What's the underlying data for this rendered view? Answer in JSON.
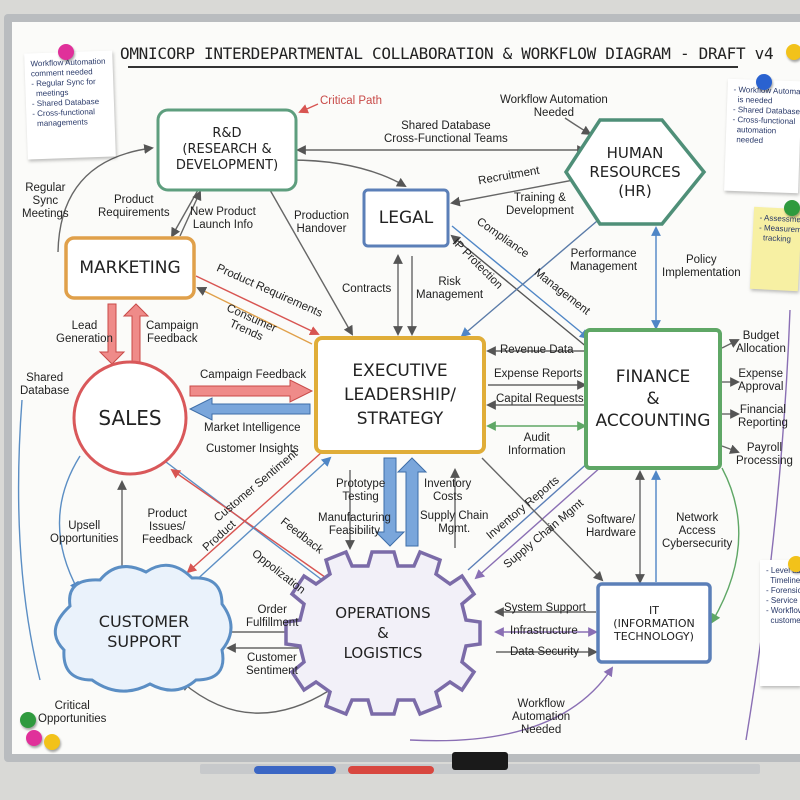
{
  "title": "OMNICORP INTERDEPARTMENTAL COLLABORATION & WORKFLOW DIAGRAM - DRAFT v4",
  "nodes": {
    "rnd": "R&D\n(RESEARCH &\nDEVELOPMENT)",
    "legal": "LEGAL",
    "hr": "HUMAN\nRESOURCES\n(HR)",
    "marketing": "MARKETING",
    "sales": "SALES",
    "exec": "EXECUTIVE\nLEADERSHIP/\nSTRATEGY",
    "finance": "FINANCE\n&\nACCOUNTING",
    "support": "CUSTOMER\nSUPPORT",
    "ops": "OPERATIONS\n&\nLOGISTICS",
    "it": "IT\n(INFORMATION\nTECHNOLOGY)"
  },
  "labels": {
    "critical_path": "Critical Path",
    "workflow_top": "Workflow Automation\nNeeded",
    "shared_db_top": "Shared Database\nCross-Functional Teams",
    "recruitment": "Recruitment",
    "training": "Training &\nDevelopment",
    "regular_sync": "Regular\nSync\nMeetings",
    "product_req": "Product\nRequirements",
    "new_product": "New Product\nLaunch Info",
    "production_handover": "Production\nHandover",
    "compliance": "Compliance",
    "ip_protection": "IP Protection",
    "performance_mgmt": "Performance\nManagement",
    "policy_impl": "Policy\nImplementation",
    "contracts": "Contracts",
    "risk_mgmt": "Risk\nManagement",
    "management": "Management",
    "product_req_diag": "Product Requirements",
    "consumer_trends": "Consumer\nTrends",
    "lead_gen": "Lead\nGeneration",
    "campaign_fb_left": "Campaign\nFeedback",
    "shared_db_left": "Shared\nDatabase",
    "campaign_fb": "Campaign Feedback",
    "market_intel": "Market Intelligence",
    "customer_insights": "Customer Insights",
    "revenue_data": "Revenue Data",
    "expense_reports": "Expense Reports",
    "capital_requests": "Capital Requests",
    "audit_info": "Audit\nInformation",
    "budget_alloc": "Budget\nAllocation",
    "expense_approval": "Expense\nApproval",
    "financial_reporting": "Financial\nReporting",
    "payroll": "Payroll\nProcessing",
    "customer_sentiment_diag": "Customer Sentiment",
    "upsell": "Upsell\nOpportunities",
    "product_issues": "Product\nIssues/\nFeedback",
    "product_diag": "Product",
    "feedback_diag": "Feedback",
    "opportunities_diag": "Oppolization",
    "prototype": "Prototype\nTesting",
    "manufacturing": "Manufacturing\nFeasibility",
    "inventory_costs": "Inventory\nCosts",
    "supply_chain": "Supply Chain\nMgmt.",
    "inventory_reports": "Inventory Reports",
    "supply_chain_mgmt": "Supply Chain Mgmt",
    "software_hw": "Software/\nHardware",
    "network": "Network\nAccess\nCybersecurity",
    "order_fulfill": "Order\nFulfillment",
    "customer_sentiment": "Customer\nSentiment",
    "system_support": "System Support",
    "infrastructure": "Infrastructure",
    "data_security": "Data Security",
    "workflow_bottom": "Workflow\nAutomation\nNeeded",
    "critical_opps": "Critical\nOpportunities"
  },
  "notes": {
    "left": "Workflow Automation\ncomment needed\n- Regular Sync for\n  meetings\n- Shared Database\n- Cross-functional\n  managements",
    "right_top": "- Workflow Automation\n  is needed\n- Shared Database\n- Cross-functional\n  automation\n  needed",
    "right_yellow": "- Assessment\n- Measurement\n  tracking",
    "right_bottom": "- Level as Day\n  Timeline\n- Forensic\n- Service\n- Workflow\n  customer"
  },
  "colors": {
    "rnd": "#5e9e7e",
    "legal": "#5b7fb8",
    "hr": "#4f8f78",
    "marketing": "#e0a04a",
    "sales": "#d9585a",
    "exec": "#e0ad38",
    "finance": "#5fa766",
    "support": "#5b8ec4",
    "ops": "#7b6ba8",
    "it": "#5b7fb8",
    "red_arrow": "#d85552",
    "blue_arrow": "#4f86c6"
  }
}
